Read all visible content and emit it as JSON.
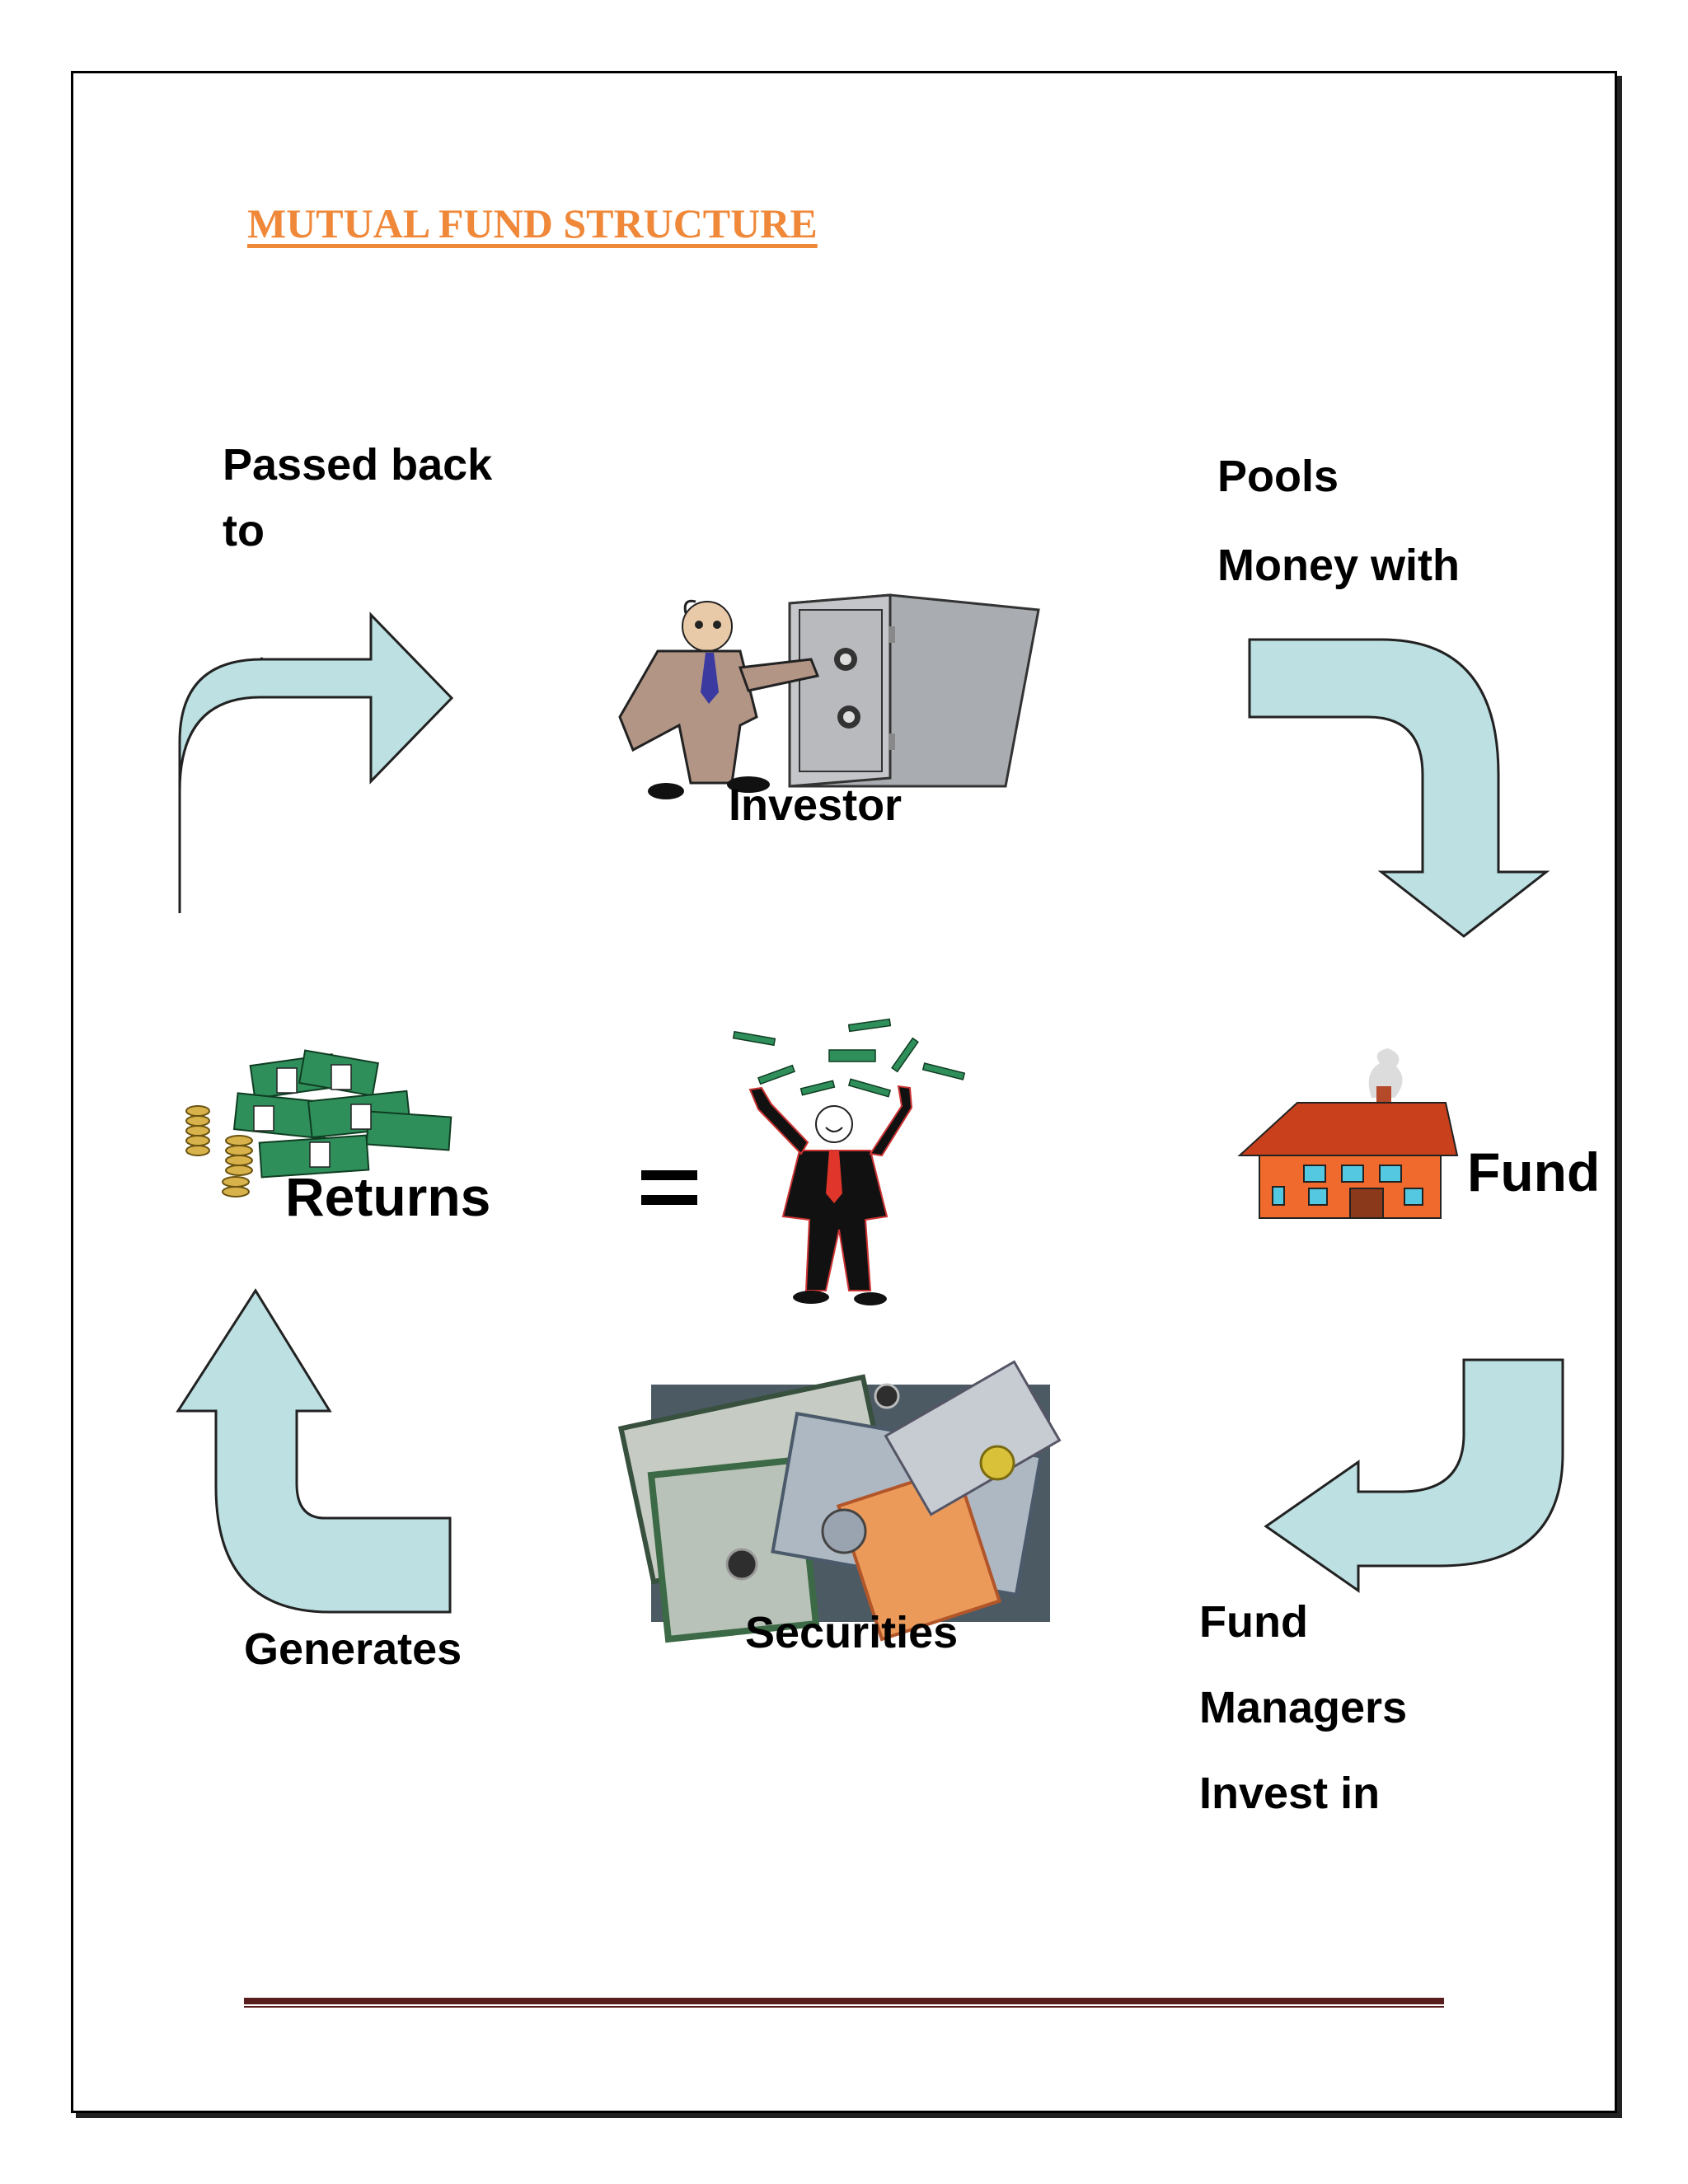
{
  "title": "MUTUAL FUND STRUCTURE",
  "labels": {
    "passed_back_to": [
      "Passed back",
      "to"
    ],
    "pools_money_with": [
      "Pools",
      "Money with"
    ],
    "investor": "Investor",
    "fund": "Fund",
    "returns": "Returns",
    "generates": "Generates",
    "securities": "Securities",
    "fund_managers_invest_in": [
      "Fund",
      "Managers",
      "Invest in"
    ]
  },
  "colors": {
    "title": "#f0883a",
    "arrow_fill": "#bde0e3",
    "rule": "#5a1d1d"
  },
  "icons": {
    "investor": "investor-with-safe-icon",
    "fund": "house-icon",
    "returns": "money-pile-icon",
    "equals": "equals-sign",
    "happy": "happy-man-icon",
    "securities": "securities-certificates-image"
  }
}
